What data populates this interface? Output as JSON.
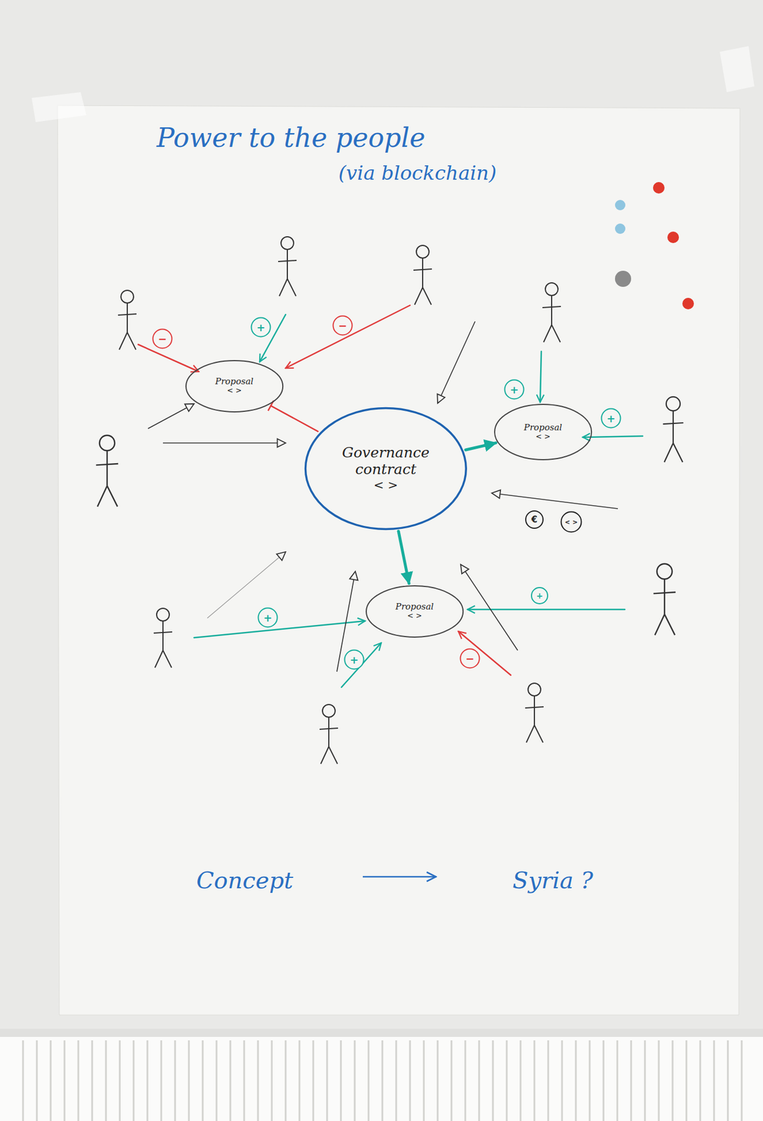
{
  "diagram": {
    "title": "Power to the people",
    "nodes": [
      {
        "text": [
          "Proposal",
          "< >"
        ]
      },
      {
        "text": [
          "Governance contract",
          "< >"
        ]
      },
      {
        "text": [
          "Proposal",
          "< >"
        ]
      },
      {
        "text": [
          "Proposal",
          "< >"
        ]
      }
    ],
    "edges": [
      {
        "from": 1,
        "to": 2,
        "arrow": "to"
      },
      {
        "from": 1,
        "to": 3,
        "arrow": "to"
      },
      {
        "from": 1,
        "to": 0,
        "arrow": "to"
      }
    ],
    "labels": [
      "(via blockchain)",
      "−",
      "+",
      "−",
      "+",
      "+",
      "€",
      "< >",
      "+",
      "+",
      "+",
      "−",
      "Concept",
      "Syria ?"
    ]
  }
}
